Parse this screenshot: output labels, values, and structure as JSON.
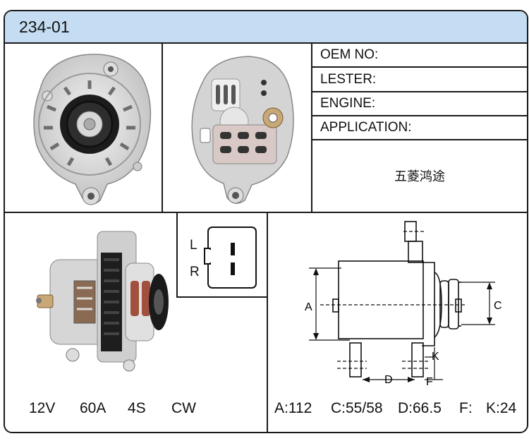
{
  "header": {
    "part_number": "234-01"
  },
  "info": {
    "oem_label": "OEM NO:",
    "lester_label": "LESTER:",
    "engine_label": "ENGINE:",
    "application_label": "APPLICATION:",
    "application_value": "五菱鸿途"
  },
  "connector": {
    "pin_l": "L",
    "pin_r": "R"
  },
  "specs": {
    "voltage": "12V",
    "amperage": "60A",
    "grooves": "4S",
    "rotation": "CW"
  },
  "dimensions": {
    "a": "A:112",
    "c": "C:55/58",
    "d": "D:66.5",
    "f": "F:",
    "k": "K:24",
    "label_a": "A",
    "label_c": "C",
    "label_d": "D",
    "label_f": "F",
    "label_k": "K"
  },
  "colors": {
    "title_bar": "#c4ddf2",
    "border": "#1a1a1a"
  }
}
